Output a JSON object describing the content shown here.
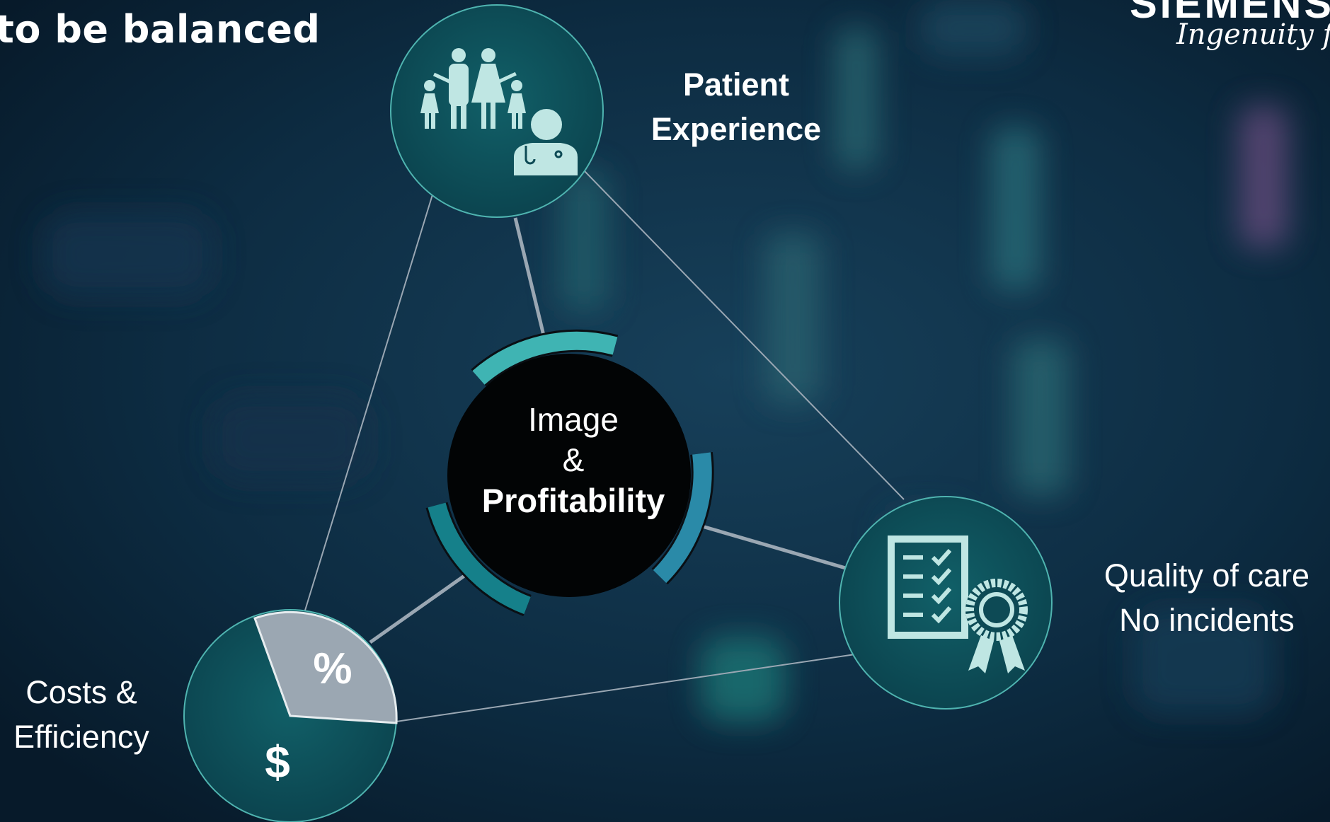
{
  "header": {
    "title": "to be balanced"
  },
  "brand": {
    "name": "SIEMENS",
    "tagline": "Ingenuity for"
  },
  "nodes": {
    "patient": {
      "label_lines": [
        "Patient",
        "Experience"
      ],
      "icon": "family-doctor-icon"
    },
    "quality": {
      "label_lines": [
        "Quality of care",
        "No incidents"
      ],
      "icon": "checklist-certificate-icon"
    },
    "costs": {
      "label_lines": [
        "Costs &",
        "Efficiency"
      ],
      "icon": "pie-chart-icon",
      "pie_symbols": {
        "percent": "%",
        "dollar": "$"
      }
    }
  },
  "center": {
    "lines": [
      "Image",
      "&",
      "Profitability"
    ]
  },
  "colors": {
    "background": "#0a2236",
    "node_fill": "#0d4a55",
    "node_stroke": "#4fb4b0",
    "icon_light": "#bfe6e3",
    "arc_teal_light": "#3fb4b3",
    "arc_blue": "#2a8aa8",
    "arc_teal_dark": "#15808a",
    "connector": "#9aa7b3",
    "pie_gray": "#9ba7b2"
  }
}
